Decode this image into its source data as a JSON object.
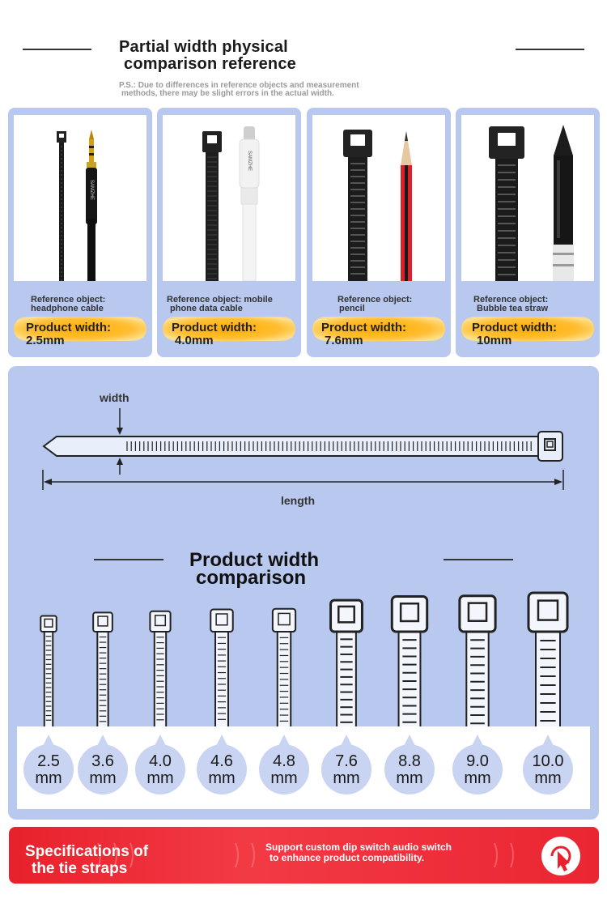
{
  "header": {
    "title_line1": "Partial width physical",
    "title_line2": "comparison reference",
    "note_line1": "P.S.: Due to differences in reference objects and measurement",
    "note_line2": "methods, there may be slight errors in the actual width."
  },
  "reference_cards": [
    {
      "label_line1": "Reference object:",
      "label_line2": "headphone cable",
      "badge_label": "Product width:",
      "badge_value": "2.5mm",
      "photo_brand": "SAMZHE"
    },
    {
      "label_line1": "Reference object: mobile",
      "label_line2": "phone data cable",
      "badge_label": "Product width:",
      "badge_value": "4.0mm",
      "photo_brand": "SAMZHE"
    },
    {
      "label_line1": "Reference object:",
      "label_line2": "pencil",
      "badge_label": "Product width:",
      "badge_value": "7.6mm"
    },
    {
      "label_line1": "Reference object:",
      "label_line2": "Bubble tea straw",
      "badge_label": "Product width:",
      "badge_value": "10mm"
    }
  ],
  "diagram": {
    "width_label": "width",
    "length_label": "length"
  },
  "comparison": {
    "title_line1": "Product width",
    "title_line2": "comparison",
    "sizes": [
      {
        "value": "2.5",
        "unit": "mm"
      },
      {
        "value": "3.6",
        "unit": "mm"
      },
      {
        "value": "4.0",
        "unit": "mm"
      },
      {
        "value": "4.6",
        "unit": "mm"
      },
      {
        "value": "4.8",
        "unit": "mm"
      },
      {
        "value": "7.6",
        "unit": "mm"
      },
      {
        "value": "8.8",
        "unit": "mm"
      },
      {
        "value": "9.0",
        "unit": "mm"
      },
      {
        "value": "10.0",
        "unit": "mm"
      }
    ]
  },
  "footer": {
    "title_line1": "Specifications of",
    "title_line2": "the tie straps",
    "text_line1": "Support custom dip switch audio switch",
    "text_line2": "to enhance product compatibility.",
    "cta_icon": "cursor-click-icon"
  },
  "colors": {
    "panel": "#b8c8ee",
    "badge": "#ffae00",
    "footer": "#e8212c"
  }
}
